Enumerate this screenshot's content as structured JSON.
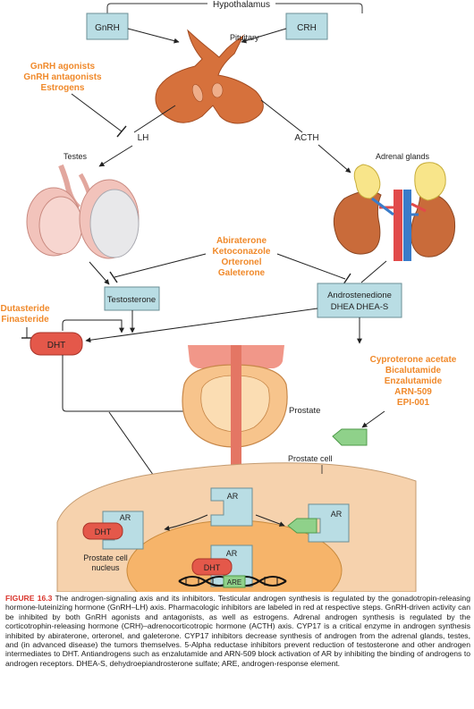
{
  "labels": {
    "hypothalamus": "Hypothalamus",
    "gnrh": "GnRH",
    "crh": "CRH",
    "pituitary": "Pituitary",
    "lh": "LH",
    "acth": "ACTH",
    "testes": "Testes",
    "adrenal_glands": "Adrenal glands",
    "testosterone": "Testosterone",
    "androstenedione_1": "Androstenedione",
    "androstenedione_2": "DHEA DHEA-S",
    "dht": "DHT",
    "prostate": "Prostate",
    "prostate_cell": "Prostate cell",
    "ar": "AR",
    "nucleus_1": "Prostate cell",
    "nucleus_2": "nucleus",
    "are": "ARE"
  },
  "drugs": {
    "gnrh_group": [
      "GnRH agonists",
      "GnRH antagonists",
      "Estrogens"
    ],
    "cyp17_group": [
      "Abiraterone",
      "Ketoconazole",
      "Orteronel",
      "Galeterone"
    ],
    "reductase_group": [
      "Dutasteride",
      "Finasteride"
    ],
    "antiandrogen_group": [
      "Cyproterone acetate",
      "Bicalutamide",
      "Enzalutamide",
      "ARN-509",
      "EPI-001"
    ]
  },
  "colors": {
    "drug_text": "#f0892a",
    "box_fill": "#b9dde4",
    "pituitary": "#d6713c",
    "dht": "#e4584a",
    "inhibitor": "#8fd18a",
    "cell": "#f6d2ad",
    "nucleus": "#f6b46a",
    "caption_label": "#d9342b"
  },
  "caption": {
    "label": "FIGURE 16.3",
    "text": "The androgen-signaling axis and its inhibitors. Testicular androgen synthesis is regulated by the gonadotropin-releasing hormone-luteinizing hormone (GnRH–LH) axis. Pharmacologic inhibitors are labeled in red at respective steps. GnRH-driven activity can be inhibited by both GnRH agonists and antagonists, as well as estrogens. Adrenal androgen synthesis is regulated by the corticotrophin-releasing hormone (CRH)–adrenocorticotropic hormone (ACTH) axis. CYP17 is a critical enzyme in androgen synthesis inhibited by abiraterone, orteronel, and galeterone. CYP17 inhibitors decrease synthesis of androgen from the adrenal glands, testes, and (in advanced disease) the tumors themselves. 5-Alpha reductase inhibitors prevent reduction of testosterone and other androgen intermediates to DHT. Antiandrogens such as enzalutamide and ARN-509 block activation of AR by inhibiting the binding of androgens to androgen receptors. DHEA-S, dehydroepiandrosterone sulfate; ARE, androgen-response element."
  }
}
